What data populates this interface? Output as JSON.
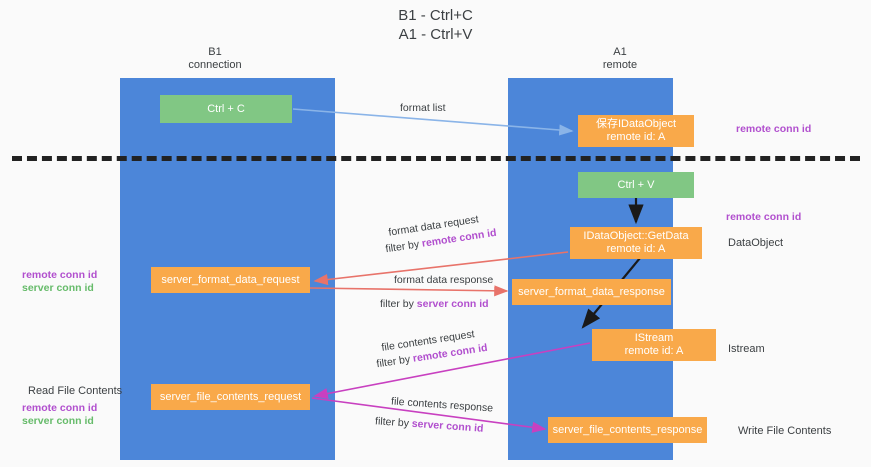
{
  "title": "B1 - Ctrl+C\nA1 - Ctrl+V",
  "columns": {
    "b1": "B1\nconnection",
    "a1": "A1\nremote"
  },
  "nodes": {
    "ctrl_c": "Ctrl + C",
    "save_idataobject": "保存IDataObject\nremote id: A",
    "ctrl_v": "Ctrl + V",
    "getdata": "IDataObject::GetData\nremote id: A",
    "server_format_data_request": "server_format_data_request",
    "server_format_data_response": "server_format_data_response",
    "istream": "IStream\nremote id: A",
    "server_file_contents_request": "server_file_contents_request",
    "server_file_contents_response": "server_file_contents_response"
  },
  "right_labels": {
    "remote_conn_id_top": "remote conn id",
    "remote_conn_id_mid": "remote conn id",
    "dataobject": "DataObject",
    "istream": "Istream",
    "write_file_contents": "Write File Contents"
  },
  "left_labels": {
    "remote_conn_id_top": "remote conn id",
    "server_conn_id_top": "server conn id",
    "read_file_contents": "Read File Contents",
    "remote_conn_id_bottom": "remote conn id",
    "server_conn_id_bottom": "server conn id"
  },
  "edges": {
    "format_list": "format list",
    "format_data_request": "format data request",
    "format_data_request_filter_prefix": "filter by ",
    "format_data_request_filter_key": "remote conn id",
    "format_data_response": "format data response",
    "format_data_response_filter_prefix": "filter by ",
    "format_data_response_filter_key": "server conn id",
    "file_contents_request": "file contents request",
    "file_contents_request_filter_prefix": "filter by ",
    "file_contents_request_filter_key": "remote conn id",
    "file_contents_response": "file contents response",
    "file_contents_response_filter_prefix": "filter by ",
    "file_contents_response_filter_key": "server conn id"
  },
  "colors": {
    "lane": "#4c86d9",
    "green_node": "#81c784",
    "orange_node": "#f9a94a",
    "remote_conn": "#b14fce",
    "server_conn": "#66bb6a",
    "arrow_blue": "#8ab4e8",
    "arrow_red": "#e8736a",
    "arrow_magenta": "#c840c0",
    "arrow_black": "#1a1a1a",
    "divider": "#222222",
    "background": "#fafafa"
  }
}
